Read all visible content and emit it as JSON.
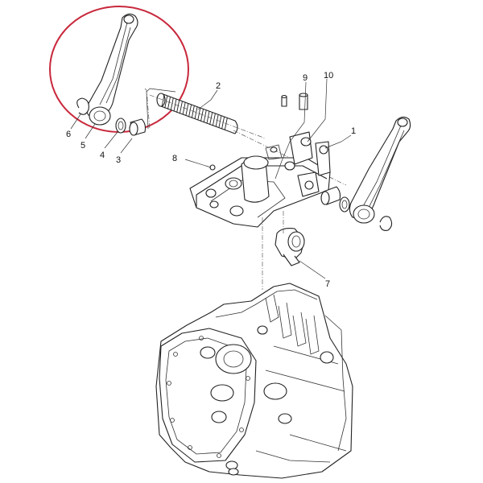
{
  "diagram": {
    "callouts": [
      {
        "id": "1",
        "label": "1"
      },
      {
        "id": "2",
        "label": "2"
      },
      {
        "id": "3",
        "label": "3"
      },
      {
        "id": "4",
        "label": "4"
      },
      {
        "id": "5",
        "label": "5"
      },
      {
        "id": "6",
        "label": "6"
      },
      {
        "id": "7",
        "label": "7"
      },
      {
        "id": "8",
        "label": "8"
      },
      {
        "id": "9",
        "label": "9"
      },
      {
        "id": "10",
        "label": "10"
      }
    ],
    "colors": {
      "line": "#222222",
      "highlight_circle": "#c8283c",
      "background": "#ffffff"
    }
  }
}
